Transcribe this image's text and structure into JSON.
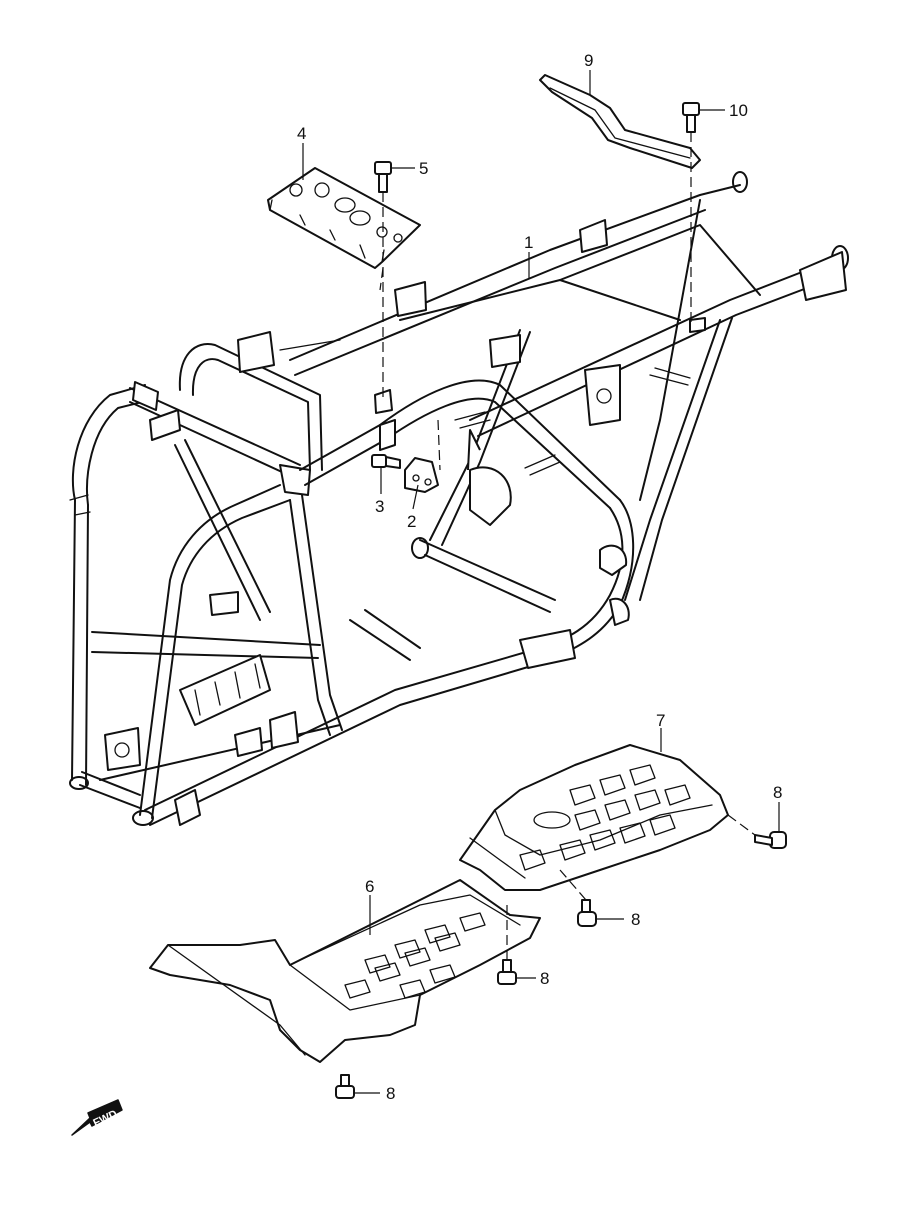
{
  "callouts": [
    {
      "id": "frame",
      "label": "1"
    },
    {
      "id": "bracket-plate",
      "label": "2"
    },
    {
      "id": "bolt-left",
      "label": "3"
    },
    {
      "id": "carrier-plate",
      "label": "4"
    },
    {
      "id": "carrier-bolt",
      "label": "5"
    },
    {
      "id": "front-skid-plate",
      "label": "6"
    },
    {
      "id": "rear-skid-plate",
      "label": "7"
    },
    {
      "id": "skid-bolt-1",
      "label": "8"
    },
    {
      "id": "skid-bolt-2",
      "label": "8"
    },
    {
      "id": "skid-bolt-3",
      "label": "8"
    },
    {
      "id": "skid-bolt-4",
      "label": "8"
    },
    {
      "id": "rear-brace",
      "label": "9"
    },
    {
      "id": "brace-bolt",
      "label": "10"
    }
  ],
  "direction_badge": {
    "label": "FWD"
  }
}
